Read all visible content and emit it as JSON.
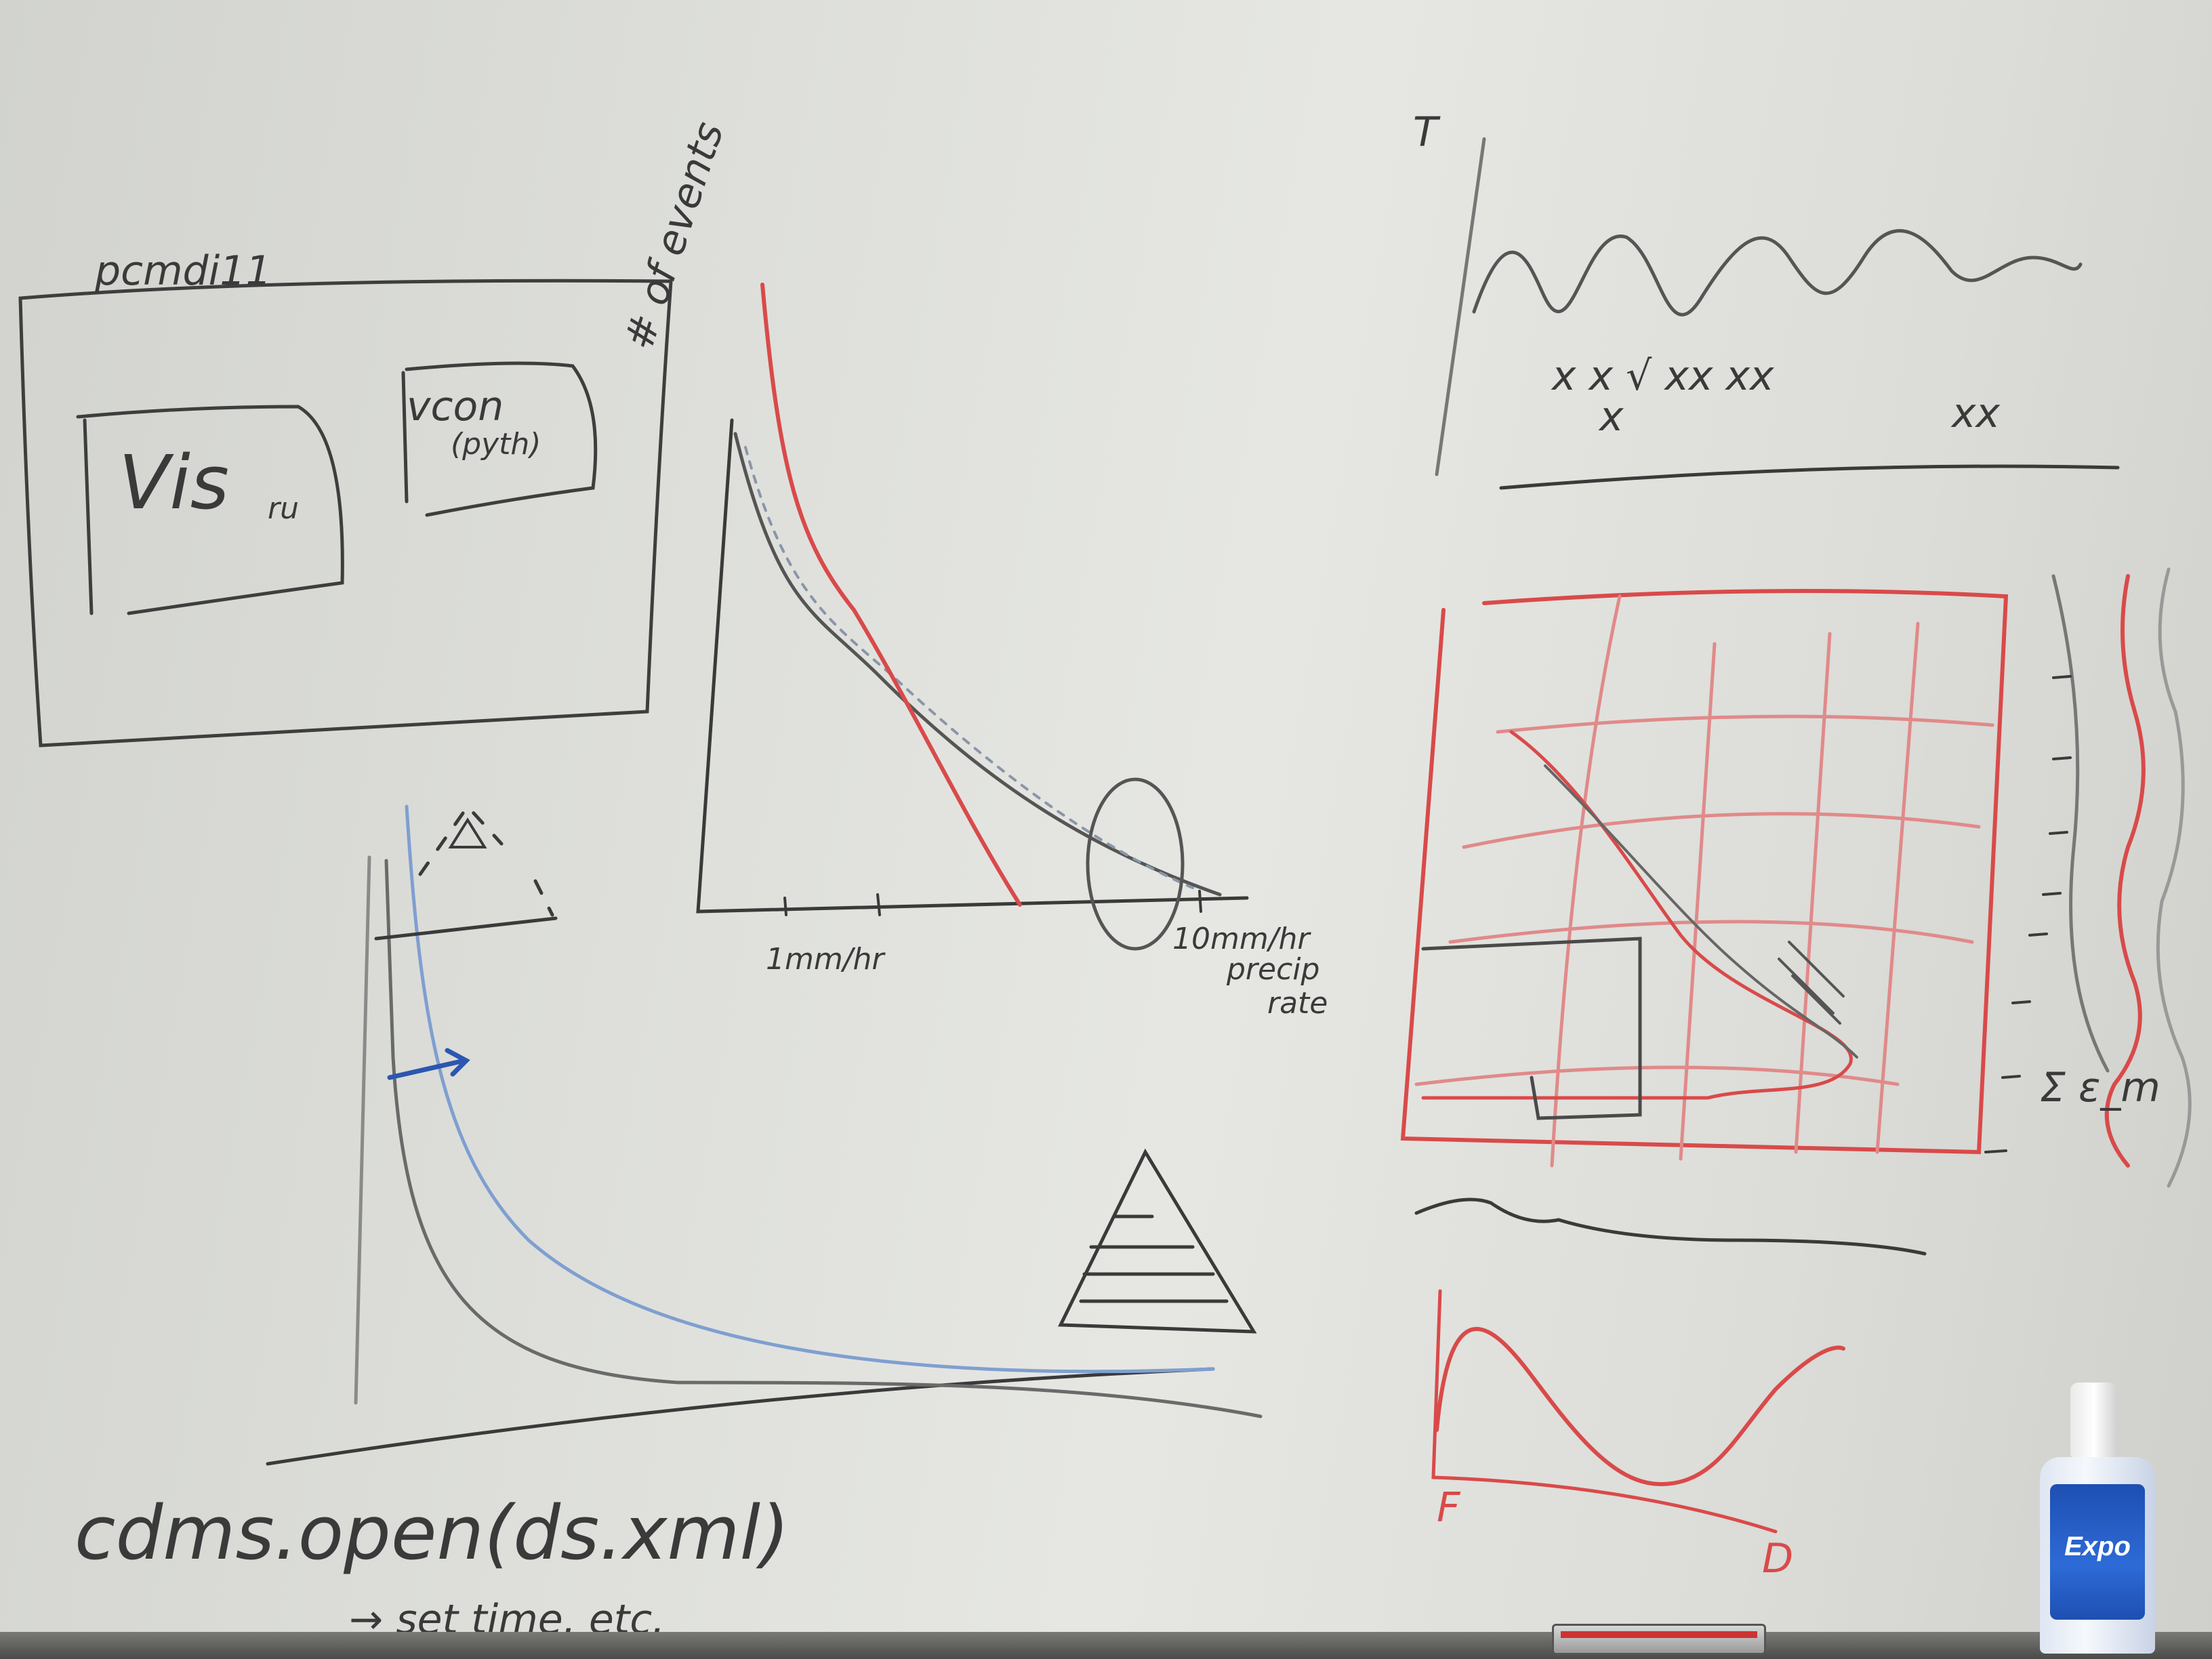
{
  "board": {
    "title": "pcmdi11",
    "box_left": "Vis",
    "box_left_sub": "ru",
    "box_right": "vcon",
    "box_right_sub": "(pyth)",
    "chart_ylabel": "# of events",
    "chart_tick_1": "1mm/hr",
    "chart_tick_2": "10mm/hr",
    "chart_xlabel_1": "precip",
    "chart_xlabel_2": "rate",
    "code_line_1": "cdms.open(ds.xml)",
    "code_line_2": "→ set time, etc.",
    "top_axis_label": "T",
    "crosses_row_1": "x  x  √ xx xx",
    "crosses_row_2": "x",
    "crosses_row_3": "xx",
    "sum_label": "Σ ε_m",
    "curve_axis_f": "F",
    "curve_axis_d": "D",
    "bottle_label": "Expo"
  },
  "colors": {
    "marker_black": "#3a3a3a",
    "marker_red": "#d94a4a",
    "marker_blue": "#2c56b0",
    "marker_lightblue": "#7f9fd0"
  }
}
